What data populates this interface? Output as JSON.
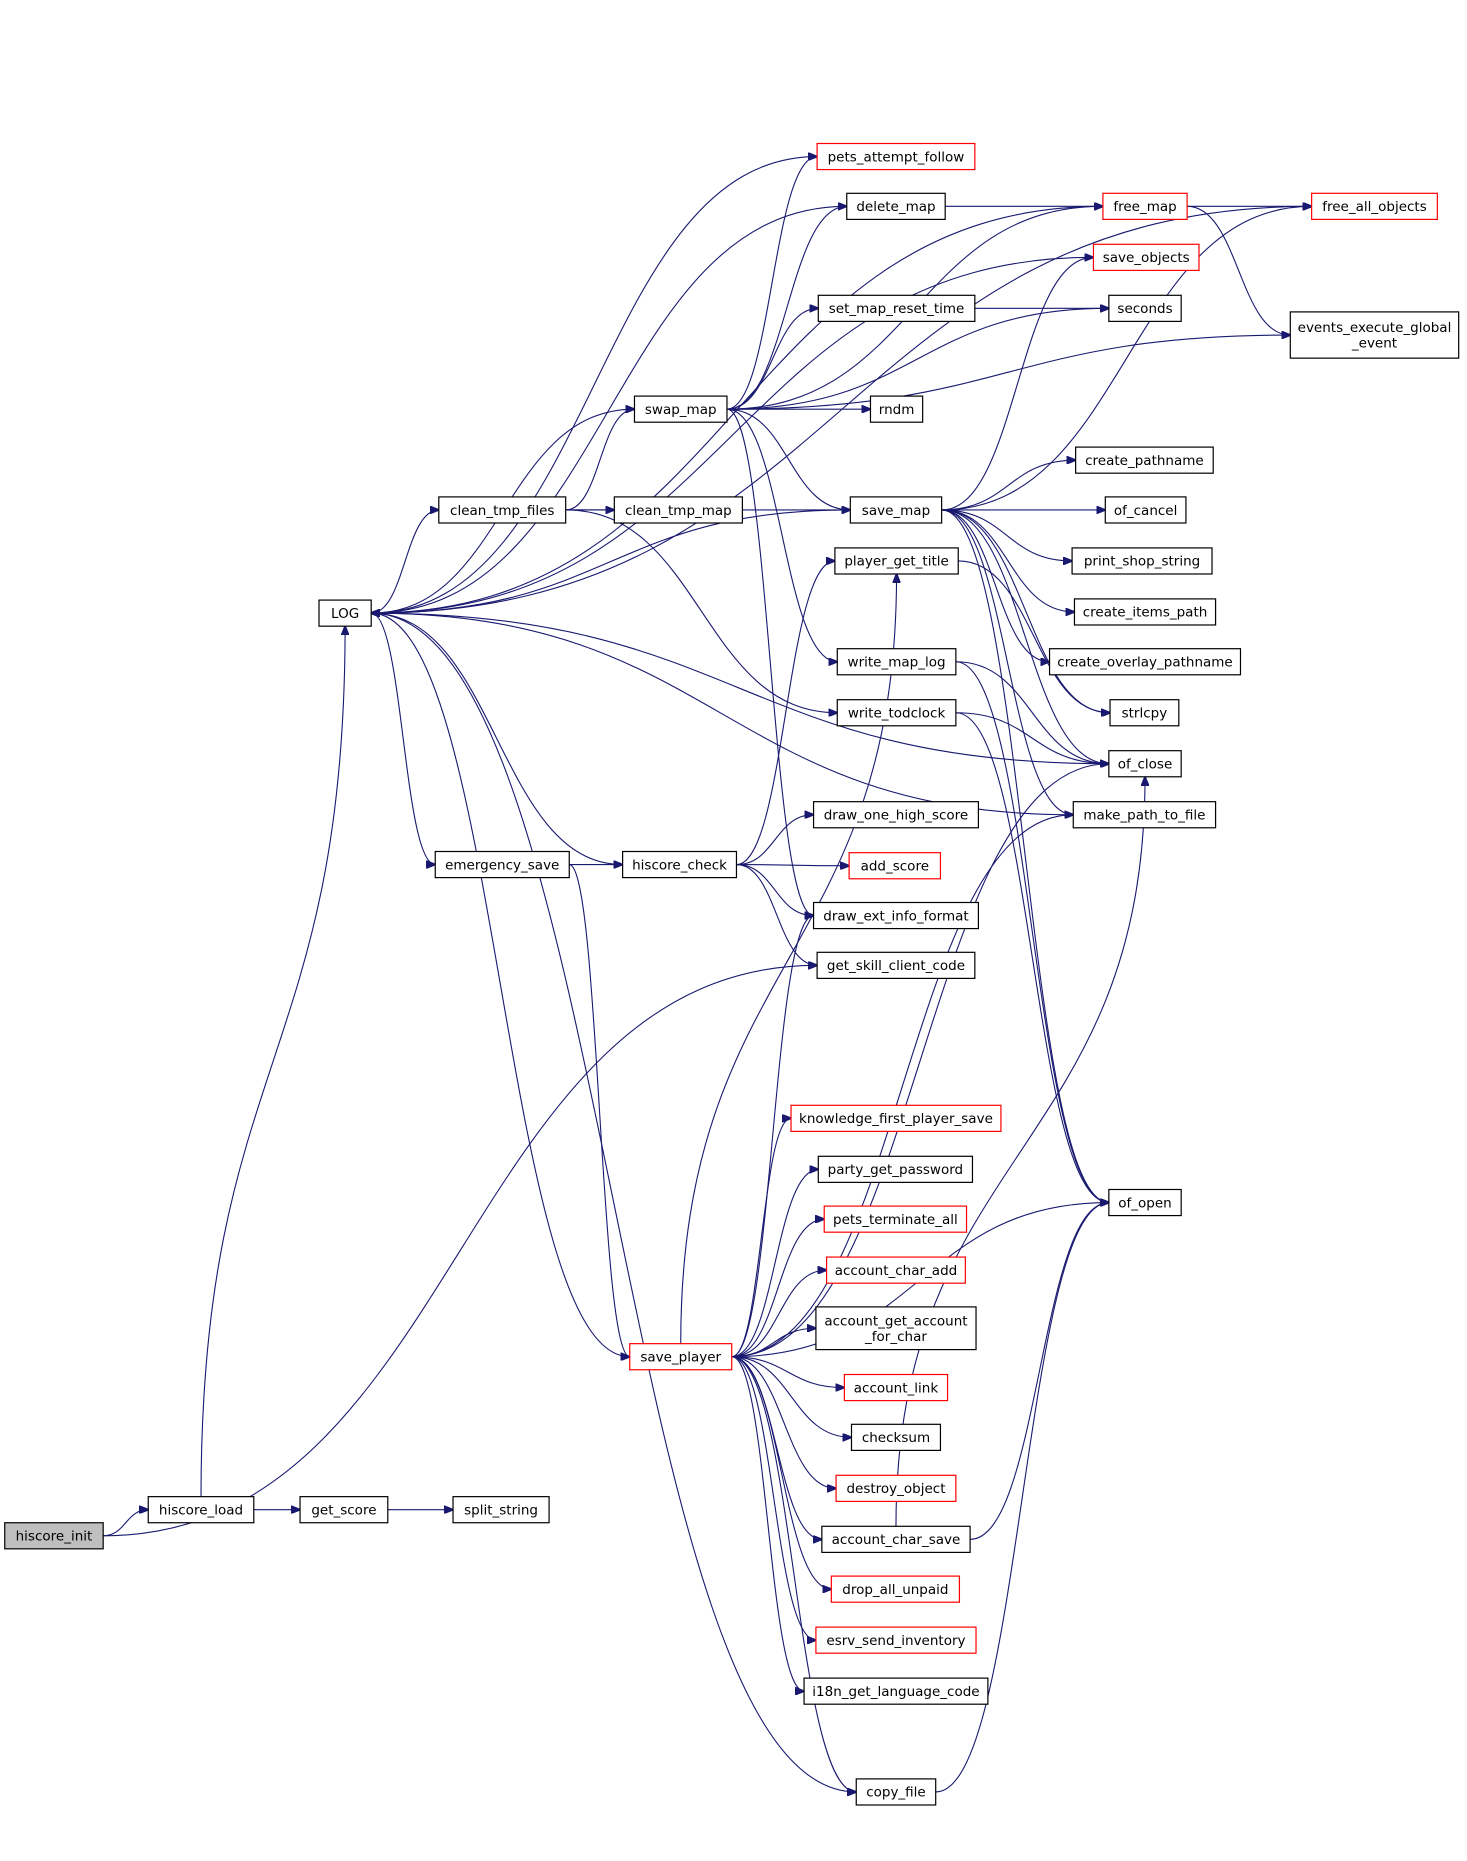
{
  "colors": {
    "edge": "#191970",
    "normal_border": "#000000",
    "truncated_border": "#ff0000",
    "root_fill": "#bfbfbf",
    "fill": "#ffffff"
  },
  "nodes": [
    {
      "id": "hiscore_init",
      "lines": [
        "hiscore_init"
      ],
      "style": "root"
    },
    {
      "id": "hiscore_load",
      "lines": [
        "hiscore_load"
      ],
      "style": "normal"
    },
    {
      "id": "get_score",
      "lines": [
        "get_score"
      ],
      "style": "normal"
    },
    {
      "id": "split_string",
      "lines": [
        "split_string"
      ],
      "style": "normal"
    },
    {
      "id": "LOG",
      "lines": [
        "LOG"
      ],
      "style": "normal"
    },
    {
      "id": "clean_tmp_files",
      "lines": [
        "clean_tmp_files"
      ],
      "style": "normal"
    },
    {
      "id": "clean_tmp_map",
      "lines": [
        "clean_tmp_map"
      ],
      "style": "normal"
    },
    {
      "id": "emergency_save",
      "lines": [
        "emergency_save"
      ],
      "style": "normal"
    },
    {
      "id": "swap_map",
      "lines": [
        "swap_map"
      ],
      "style": "normal"
    },
    {
      "id": "hiscore_check",
      "lines": [
        "hiscore_check"
      ],
      "style": "normal"
    },
    {
      "id": "save_player",
      "lines": [
        "save_player"
      ],
      "style": "truncated"
    },
    {
      "id": "pets_attempt_follow",
      "lines": [
        "pets_attempt_follow"
      ],
      "style": "truncated"
    },
    {
      "id": "delete_map",
      "lines": [
        "delete_map"
      ],
      "style": "normal"
    },
    {
      "id": "set_map_reset_time",
      "lines": [
        "set_map_reset_time"
      ],
      "style": "normal"
    },
    {
      "id": "rndm",
      "lines": [
        "rndm"
      ],
      "style": "normal"
    },
    {
      "id": "save_map",
      "lines": [
        "save_map"
      ],
      "style": "normal"
    },
    {
      "id": "player_get_title",
      "lines": [
        "player_get_title"
      ],
      "style": "normal"
    },
    {
      "id": "write_map_log",
      "lines": [
        "write_map_log"
      ],
      "style": "normal"
    },
    {
      "id": "write_todclock",
      "lines": [
        "write_todclock"
      ],
      "style": "normal"
    },
    {
      "id": "draw_one_high_score",
      "lines": [
        "draw_one_high_score"
      ],
      "style": "normal"
    },
    {
      "id": "add_score",
      "lines": [
        "add_score"
      ],
      "style": "truncated"
    },
    {
      "id": "draw_ext_info_format",
      "lines": [
        "draw_ext_info_format"
      ],
      "style": "normal"
    },
    {
      "id": "get_skill_client_code",
      "lines": [
        "get_skill_client_code"
      ],
      "style": "normal"
    },
    {
      "id": "knowledge_first_player_save",
      "lines": [
        "knowledge_first_player_save"
      ],
      "style": "truncated"
    },
    {
      "id": "party_get_password",
      "lines": [
        "party_get_password"
      ],
      "style": "normal"
    },
    {
      "id": "pets_terminate_all",
      "lines": [
        "pets_terminate_all"
      ],
      "style": "truncated"
    },
    {
      "id": "account_char_add",
      "lines": [
        "account_char_add"
      ],
      "style": "truncated"
    },
    {
      "id": "account_get_account_for_char",
      "lines": [
        "account_get_account",
        "_for_char"
      ],
      "style": "normal"
    },
    {
      "id": "account_link",
      "lines": [
        "account_link"
      ],
      "style": "truncated"
    },
    {
      "id": "checksum",
      "lines": [
        "checksum"
      ],
      "style": "normal"
    },
    {
      "id": "destroy_object",
      "lines": [
        "destroy_object"
      ],
      "style": "truncated"
    },
    {
      "id": "account_char_save",
      "lines": [
        "account_char_save"
      ],
      "style": "normal"
    },
    {
      "id": "drop_all_unpaid",
      "lines": [
        "drop_all_unpaid"
      ],
      "style": "truncated"
    },
    {
      "id": "esrv_send_inventory",
      "lines": [
        "esrv_send_inventory"
      ],
      "style": "truncated"
    },
    {
      "id": "i18n_get_language_code",
      "lines": [
        "i18n_get_language_code"
      ],
      "style": "normal"
    },
    {
      "id": "copy_file",
      "lines": [
        "copy_file"
      ],
      "style": "normal"
    },
    {
      "id": "free_map",
      "lines": [
        "free_map"
      ],
      "style": "truncated"
    },
    {
      "id": "save_objects",
      "lines": [
        "save_objects"
      ],
      "style": "truncated"
    },
    {
      "id": "seconds",
      "lines": [
        "seconds"
      ],
      "style": "normal"
    },
    {
      "id": "create_pathname",
      "lines": [
        "create_pathname"
      ],
      "style": "normal"
    },
    {
      "id": "of_cancel",
      "lines": [
        "of_cancel"
      ],
      "style": "normal"
    },
    {
      "id": "print_shop_string",
      "lines": [
        "print_shop_string"
      ],
      "style": "normal"
    },
    {
      "id": "create_items_path",
      "lines": [
        "create_items_path"
      ],
      "style": "normal"
    },
    {
      "id": "create_overlay_pathname",
      "lines": [
        "create_overlay_pathname"
      ],
      "style": "normal"
    },
    {
      "id": "strlcpy",
      "lines": [
        "strlcpy"
      ],
      "style": "normal"
    },
    {
      "id": "of_close",
      "lines": [
        "of_close"
      ],
      "style": "normal"
    },
    {
      "id": "make_path_to_file",
      "lines": [
        "make_path_to_file"
      ],
      "style": "normal"
    },
    {
      "id": "of_open",
      "lines": [
        "of_open"
      ],
      "style": "normal"
    },
    {
      "id": "free_all_objects",
      "lines": [
        "free_all_objects"
      ],
      "style": "truncated"
    },
    {
      "id": "events_execute_global_event",
      "lines": [
        "events_execute_global",
        "_event"
      ],
      "style": "normal"
    }
  ],
  "edges": [
    [
      "hiscore_init",
      "hiscore_load"
    ],
    [
      "hiscore_init",
      "get_skill_client_code"
    ],
    [
      "hiscore_load",
      "get_score"
    ],
    [
      "hiscore_load",
      "LOG"
    ],
    [
      "get_score",
      "split_string"
    ],
    [
      "LOG",
      "clean_tmp_files"
    ],
    [
      "LOG",
      "emergency_save"
    ],
    [
      "clean_tmp_files",
      "clean_tmp_map"
    ],
    [
      "clean_tmp_files",
      "swap_map"
    ],
    [
      "clean_tmp_files",
      "save_map"
    ],
    [
      "clean_tmp_files",
      "write_todclock"
    ],
    [
      "emergency_save",
      "hiscore_check"
    ],
    [
      "emergency_save",
      "save_player"
    ],
    [
      "swap_map",
      "LOG"
    ],
    [
      "swap_map",
      "pets_attempt_follow"
    ],
    [
      "swap_map",
      "delete_map"
    ],
    [
      "swap_map",
      "free_map"
    ],
    [
      "swap_map",
      "set_map_reset_time"
    ],
    [
      "swap_map",
      "seconds"
    ],
    [
      "swap_map",
      "rndm"
    ],
    [
      "swap_map",
      "events_execute_global_event"
    ],
    [
      "swap_map",
      "save_map"
    ],
    [
      "swap_map",
      "write_map_log"
    ],
    [
      "swap_map",
      "draw_ext_info_format"
    ],
    [
      "hiscore_check",
      "LOG"
    ],
    [
      "hiscore_check",
      "player_get_title"
    ],
    [
      "hiscore_check",
      "draw_one_high_score"
    ],
    [
      "hiscore_check",
      "add_score"
    ],
    [
      "hiscore_check",
      "draw_ext_info_format"
    ],
    [
      "hiscore_check",
      "get_skill_client_code"
    ],
    [
      "save_player",
      "LOG"
    ],
    [
      "save_player",
      "player_get_title"
    ],
    [
      "save_player",
      "draw_ext_info_format"
    ],
    [
      "save_player",
      "knowledge_first_player_save"
    ],
    [
      "save_player",
      "party_get_password"
    ],
    [
      "save_player",
      "pets_terminate_all"
    ],
    [
      "save_player",
      "account_char_add"
    ],
    [
      "save_player",
      "account_get_account_for_char"
    ],
    [
      "save_player",
      "account_link"
    ],
    [
      "save_player",
      "checksum"
    ],
    [
      "save_player",
      "destroy_object"
    ],
    [
      "save_player",
      "account_char_save"
    ],
    [
      "save_player",
      "drop_all_unpaid"
    ],
    [
      "save_player",
      "esrv_send_inventory"
    ],
    [
      "save_player",
      "i18n_get_language_code"
    ],
    [
      "save_player",
      "copy_file"
    ],
    [
      "save_player",
      "of_close"
    ],
    [
      "save_player",
      "make_path_to_file"
    ],
    [
      "save_player",
      "of_open"
    ],
    [
      "pets_attempt_follow",
      "LOG"
    ],
    [
      "delete_map",
      "LOG"
    ],
    [
      "delete_map",
      "free_map"
    ],
    [
      "set_map_reset_time",
      "seconds"
    ],
    [
      "save_map",
      "LOG"
    ],
    [
      "save_map",
      "save_objects"
    ],
    [
      "save_map",
      "free_all_objects"
    ],
    [
      "save_map",
      "create_pathname"
    ],
    [
      "save_map",
      "of_cancel"
    ],
    [
      "save_map",
      "print_shop_string"
    ],
    [
      "save_map",
      "create_items_path"
    ],
    [
      "save_map",
      "create_overlay_pathname"
    ],
    [
      "save_map",
      "strlcpy"
    ],
    [
      "save_map",
      "of_close"
    ],
    [
      "save_map",
      "make_path_to_file"
    ],
    [
      "save_map",
      "of_open"
    ],
    [
      "player_get_title",
      "strlcpy"
    ],
    [
      "write_map_log",
      "of_close"
    ],
    [
      "write_map_log",
      "of_open"
    ],
    [
      "write_todclock",
      "of_close"
    ],
    [
      "write_todclock",
      "of_open"
    ],
    [
      "account_char_save",
      "of_close"
    ],
    [
      "account_char_save",
      "of_open"
    ],
    [
      "copy_file",
      "LOG"
    ],
    [
      "copy_file",
      "of_open"
    ],
    [
      "free_map",
      "LOG"
    ],
    [
      "free_map",
      "free_all_objects"
    ],
    [
      "free_map",
      "events_execute_global_event"
    ],
    [
      "save_objects",
      "LOG"
    ],
    [
      "free_all_objects",
      "LOG"
    ],
    [
      "of_close",
      "LOG"
    ],
    [
      "make_path_to_file",
      "LOG"
    ]
  ]
}
